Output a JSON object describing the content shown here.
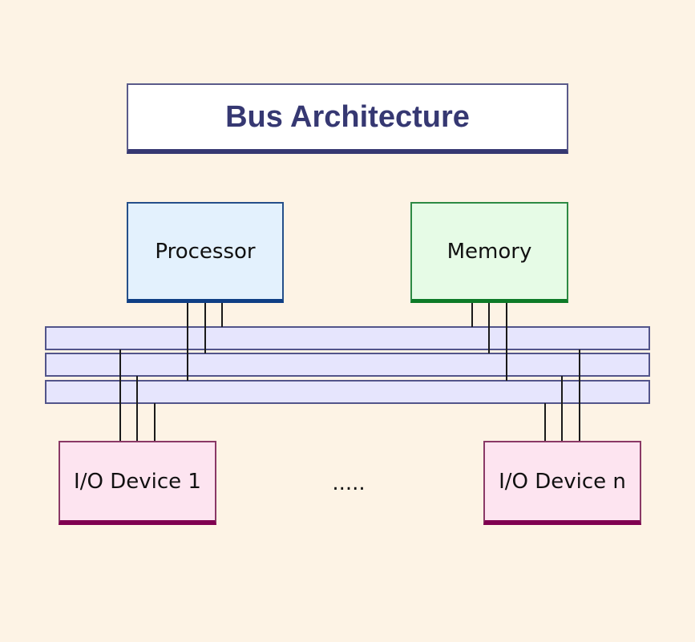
{
  "diagram": {
    "title": "Bus Architecture",
    "components": {
      "processor": "Processor",
      "memory": "Memory",
      "io_device_1": "I/O Device 1",
      "io_device_n": "I/O Device n"
    },
    "ellipsis": ".....",
    "bus_lines": [
      "bus-1",
      "bus-2",
      "bus-3"
    ],
    "connections": [
      {
        "from": "Processor",
        "to_bus": 1
      },
      {
        "from": "Processor",
        "to_bus": 2
      },
      {
        "from": "Processor",
        "to_bus": 3
      },
      {
        "from": "Memory",
        "to_bus": 1
      },
      {
        "from": "Memory",
        "to_bus": 2
      },
      {
        "from": "Memory",
        "to_bus": 3
      },
      {
        "from": "I/O Device 1",
        "to_bus": 1
      },
      {
        "from": "I/O Device 1",
        "to_bus": 2
      },
      {
        "from": "I/O Device 1",
        "to_bus": 3
      },
      {
        "from": "I/O Device n",
        "to_bus": 1
      },
      {
        "from": "I/O Device n",
        "to_bus": 2
      },
      {
        "from": "I/O Device n",
        "to_bus": 3
      }
    ],
    "colors": {
      "background": "#fdf3e5",
      "title_text": "#363872",
      "processor_fill": "#e3f1fd",
      "processor_accent": "#0e3e85",
      "memory_fill": "#e6fbe6",
      "memory_accent": "#0d7a27",
      "io_fill": "#fde4f0",
      "io_accent": "#800050",
      "bus_fill": "#e6e5fd",
      "bus_border": "#52548a"
    }
  }
}
